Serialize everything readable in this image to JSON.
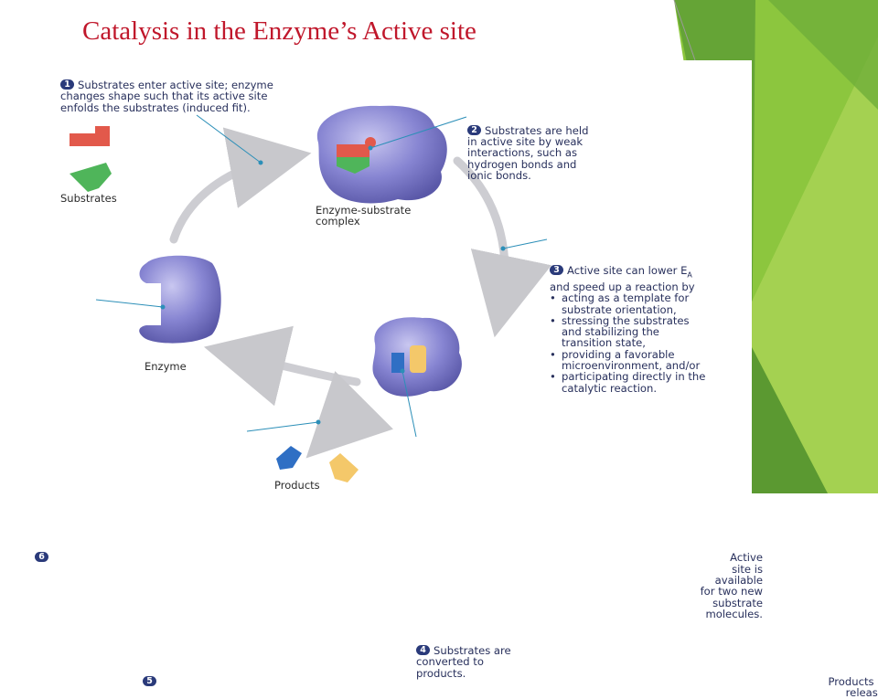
{
  "title": "Catalysis in the Enzyme’s Active site",
  "colors": {
    "title": "#c0172b",
    "enzyme": "#7a78c8",
    "text": "#28305c",
    "arrow": "#c8c8cc",
    "green_theme": "#8cc63e"
  },
  "steps": [
    {
      "number": "1",
      "lines": [
        "Substrates enter active site; enzyme",
        "changes shape such that its active site",
        "enfolds the substrates (induced fit)."
      ]
    },
    {
      "number": "2",
      "lines": [
        "Substrates are held",
        "in active site by weak",
        "interactions, such as",
        "hydrogen bonds and",
        "ionic bonds."
      ]
    },
    {
      "number": "3",
      "lines": [
        "Active site can lower E",
        "and speed up a reaction by"
      ],
      "subscript": "A",
      "bullets": [
        [
          "acting as a template for",
          "substrate orientation,"
        ],
        [
          "stressing the substrates",
          "and stabilizing the",
          "transition state,"
        ],
        [
          "providing a favorable",
          "microenvironment, and/or"
        ],
        [
          "participating directly in the",
          "catalytic reaction."
        ]
      ]
    },
    {
      "number": "4",
      "lines": [
        "Substrates are",
        "converted to",
        "products."
      ]
    },
    {
      "number": "5",
      "lines": [
        "Products are",
        "released."
      ]
    },
    {
      "number": "6",
      "lines": [
        "Active",
        "site is",
        "available",
        "for two new",
        "substrate",
        "molecules."
      ]
    }
  ],
  "captions": {
    "substrates": "Substrates",
    "complex": [
      "Enzyme-substrate",
      "complex"
    ],
    "enzyme": "Enzyme",
    "products": "Products"
  }
}
